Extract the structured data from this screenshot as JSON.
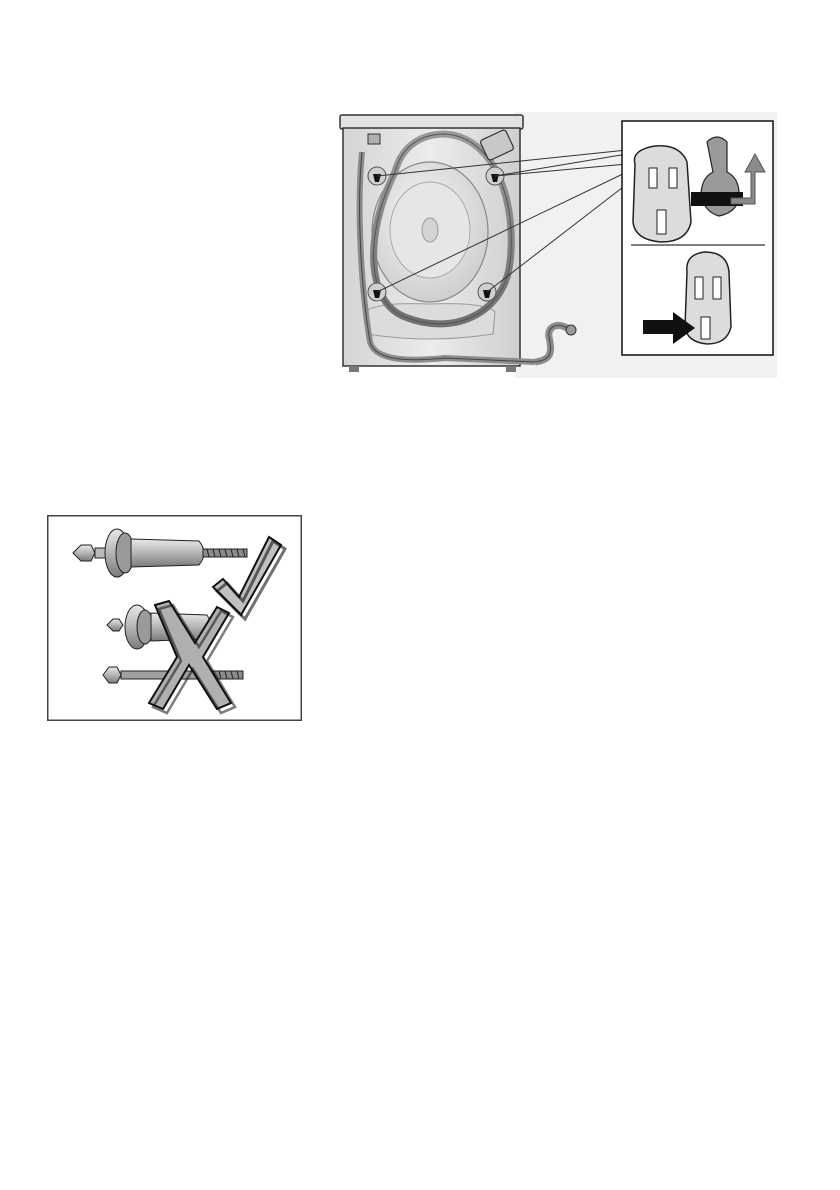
{
  "figures": [
    {
      "id": "washer-rear-transport-bolts",
      "panels": [
        "remove-bolt",
        "cover-hole"
      ]
    },
    {
      "id": "transport-bolt-correct-vs-incorrect",
      "marks": [
        "check-mark",
        "cross-mark"
      ]
    }
  ]
}
